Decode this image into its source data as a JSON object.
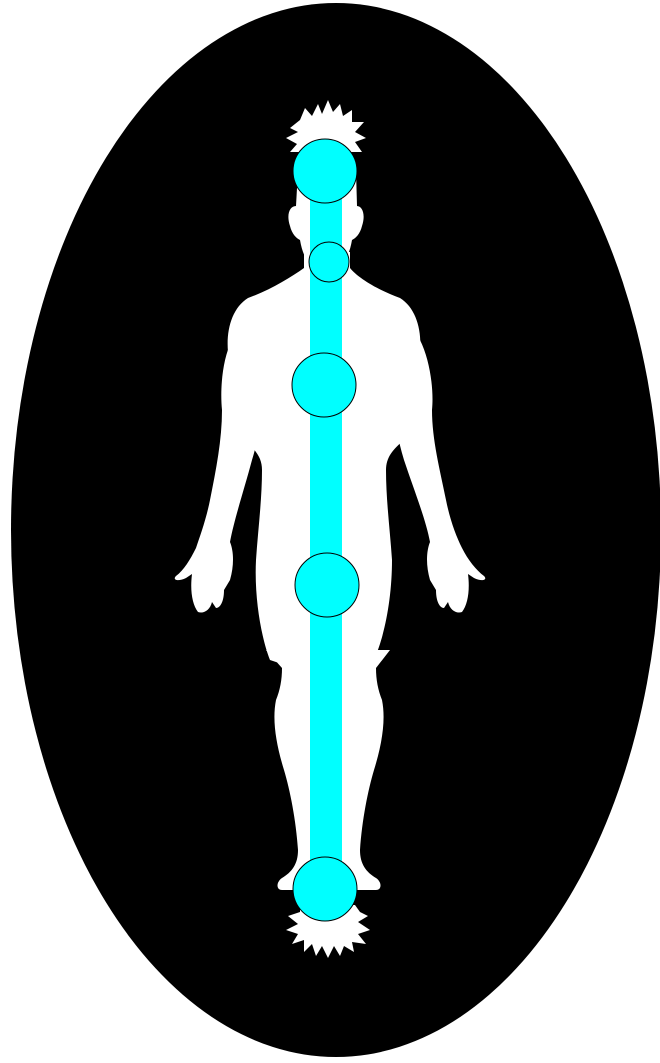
{
  "figure": {
    "subject": "human-figure-front",
    "colors": {
      "background": "#ffffff",
      "aura": "#000000",
      "body": "#ffffff",
      "channel": "#00ffff",
      "node": "#00ffff",
      "node_outline": "#000000",
      "burst": "#ffffff"
    },
    "nodes": [
      {
        "id": "crown"
      },
      {
        "id": "throat"
      },
      {
        "id": "heart"
      },
      {
        "id": "navel"
      },
      {
        "id": "feet"
      }
    ],
    "bursts": [
      {
        "id": "top-burst"
      },
      {
        "id": "bottom-burst"
      }
    ]
  }
}
